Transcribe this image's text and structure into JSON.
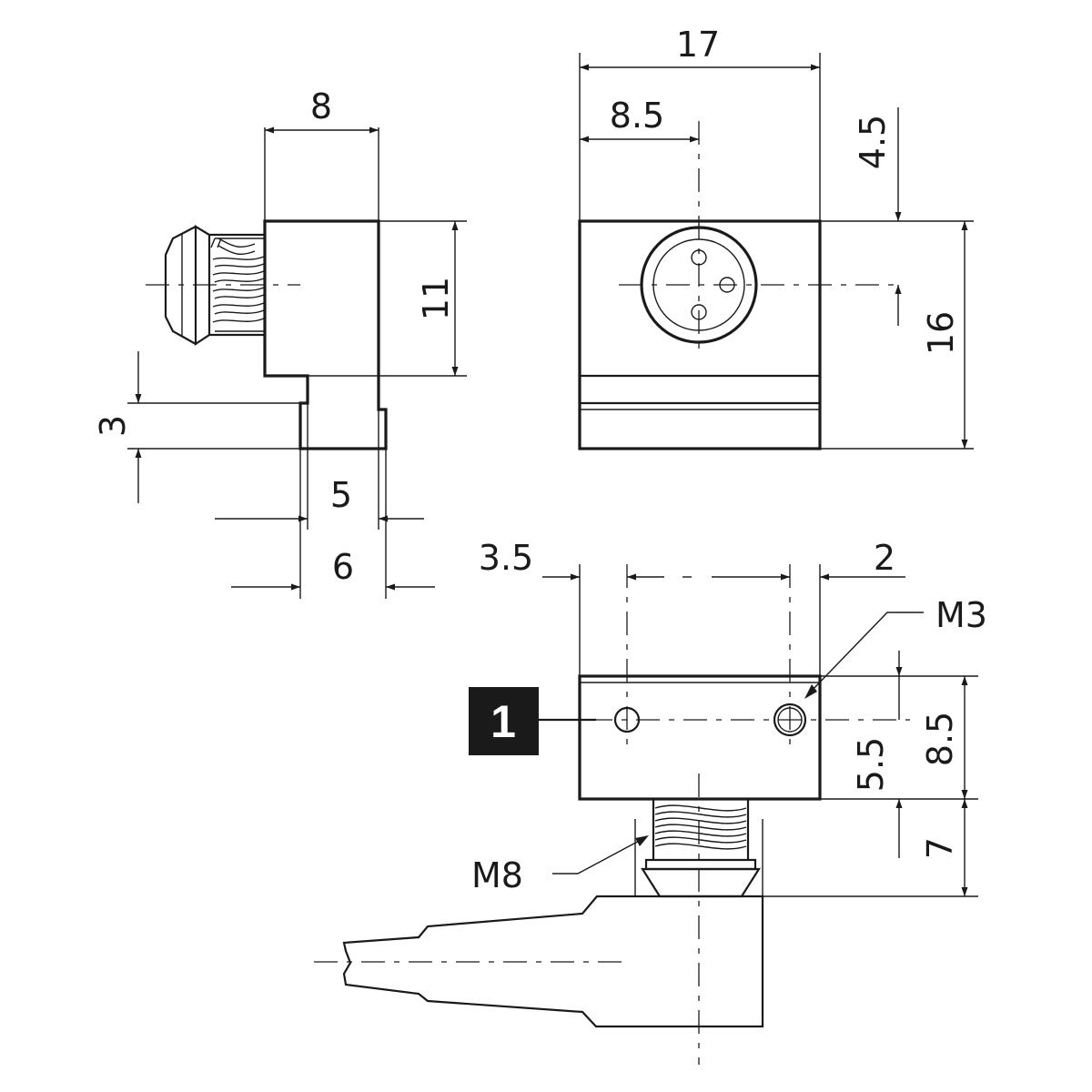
{
  "dimensions": {
    "side_width": "8",
    "side_height": "11",
    "side_step": "3",
    "side_inner": "5",
    "side_outer": "6",
    "front_width": "17",
    "front_center": "8.5",
    "front_offset": "4.5",
    "front_height": "16",
    "bottom_left": "3.5",
    "bottom_right": "2",
    "bottom_hole": "5.5",
    "bottom_height": "8.5",
    "bottom_thread": "7"
  },
  "labels": {
    "screw": "M3",
    "connector": "M8",
    "callout": "1"
  }
}
